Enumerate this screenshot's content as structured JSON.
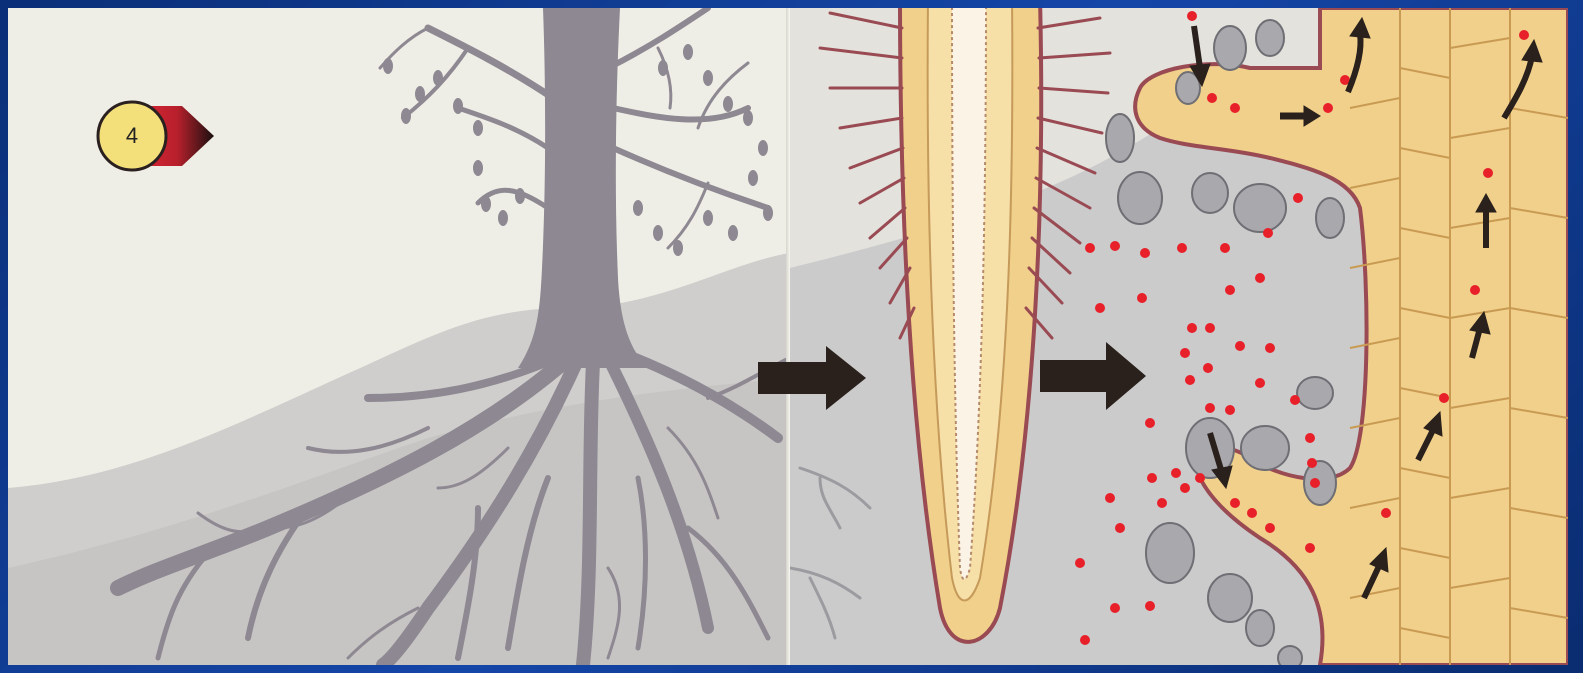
{
  "figure": {
    "step_number": "4",
    "colors": {
      "background_frame": "#0e3a8c",
      "page": "#efeee6",
      "tree": "#8d8891",
      "soil": "#c9c8c6",
      "root_tissue": "#f0d08a",
      "root_outline": "#9a4a52",
      "mineral_particle": "#a9a9ad",
      "ion_dot": "#e8202a",
      "arrow": "#2a201c",
      "badge_circle": "#f4e07a",
      "badge_tab": "#e02535"
    },
    "icons": [
      "flow-arrow-icon",
      "ion-dot",
      "soil-particle",
      "root-hair"
    ]
  }
}
